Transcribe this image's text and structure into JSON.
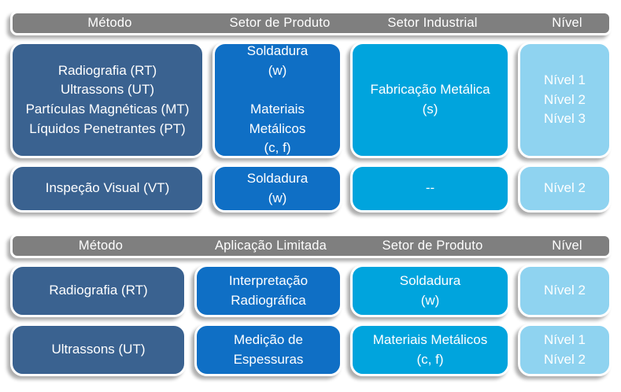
{
  "diagram": {
    "colors": {
      "header_bg": "#7F7F7F",
      "method_bg": "#3A6290",
      "secondary_bg": "#0F6FC5",
      "tertiary_bg": "#00A4DD",
      "level_bg": "#8FD3F0",
      "text": "#FFFFFF"
    },
    "tables": [
      {
        "headers": [
          "Método",
          "Setor de Produto",
          "Setor Industrial",
          "Nível"
        ],
        "rows": [
          [
            "Radiografia (RT)\nUltrassons (UT)\nPartículas Magnéticas (MT)\nLíquidos Penetrantes (PT)",
            "Soldadura\n(w)\n\nMateriais\nMetálicos\n(c, f)",
            "Fabricação Metálica\n(s)",
            "Nível 1\nNível 2\nNível 3"
          ],
          [
            "Inspeção Visual (VT)",
            "Soldadura\n(w)",
            "--",
            "Nível 2"
          ]
        ]
      },
      {
        "headers": [
          "Método",
          "Aplicação Limitada",
          "Setor de Produto",
          "Nível"
        ],
        "rows": [
          [
            "Radiografia (RT)",
            "Interpretação\nRadiográfica",
            "Soldadura\n(w)",
            "Nível 2"
          ],
          [
            "Ultrassons (UT)",
            "Medição de\nEspessuras",
            "Materiais Metálicos\n(c, f)",
            "Nível 1\nNível 2"
          ]
        ]
      }
    ]
  }
}
